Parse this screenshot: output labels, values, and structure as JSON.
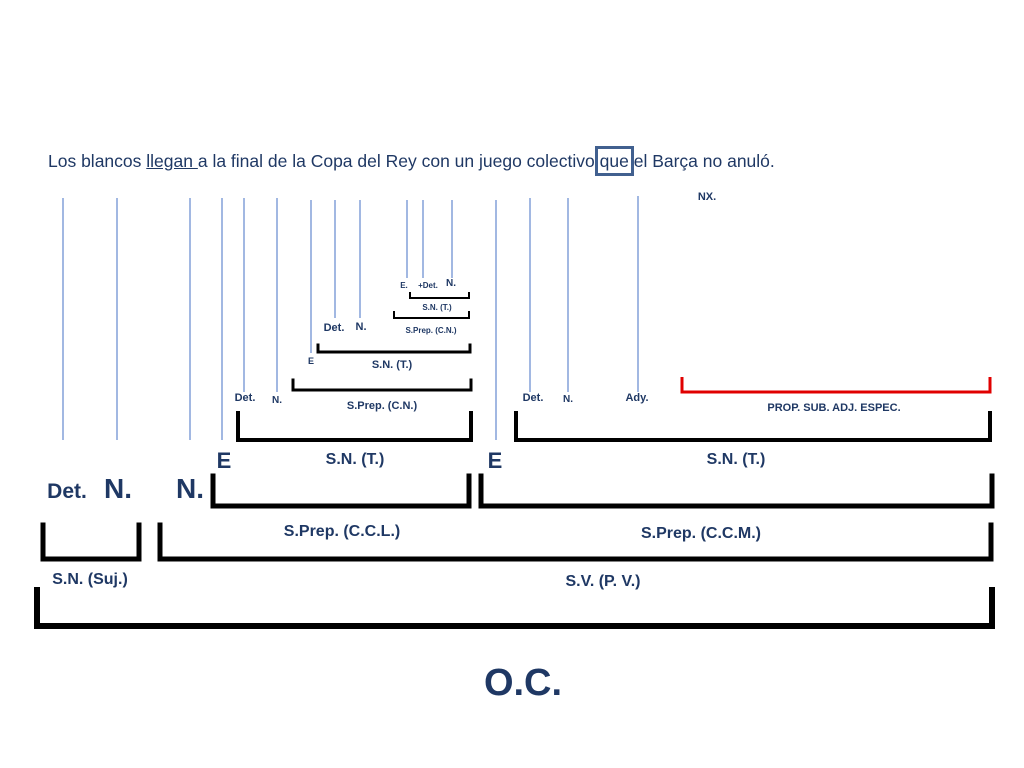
{
  "sentence": {
    "part1": "Los blancos ",
    "verb": "llegan ",
    "part2": "a la final de la Copa del Rey con un juego colectivo ",
    "boxed": "que",
    "part3": " el Barça no anuló."
  },
  "labels": {
    "nx": "NX.",
    "e_tiny": "E.",
    "plus_det_tiny": "+Det.",
    "n_tiny": "N.",
    "sn_t_tiny": "S.N. (T.)",
    "sprep_cn_tiny": "S.Prep. (C.N.)",
    "det_small": "Det.",
    "n_small": "N.",
    "e_small": "E",
    "sn_t_small": "S.N. (T.)",
    "det_mid_left": "Det.",
    "n_mid_left": "N.",
    "sprep_cn_mid": "S.Prep. (C.N.)",
    "det_mid_right": "Det.",
    "n_mid_right": "N.",
    "ady_mid": "Ady.",
    "prop_sub": "PROP. SUB. ADJ. ESPEC.",
    "e_large_left": "E",
    "sn_t_large_left": "S.N. (T.)",
    "e_large_right": "E",
    "sn_t_large_right": "S.N. (T.)",
    "det_big": "Det.",
    "n_big_1": "N.",
    "n_big_2": "N.",
    "sprep_ccl": "S.Prep. (C.C.L.)",
    "sprep_ccm": "S.Prep. (C.C.M.)",
    "sn_suj": "S.N. (Suj.)",
    "sv_pv": "S.V. (P. V.)",
    "oc": "O.C."
  },
  "colors": {
    "text": "#1f3864",
    "line": "#4472c4",
    "bracket": "#000000",
    "red_bracket": "#e00000",
    "box": "#41608f"
  }
}
